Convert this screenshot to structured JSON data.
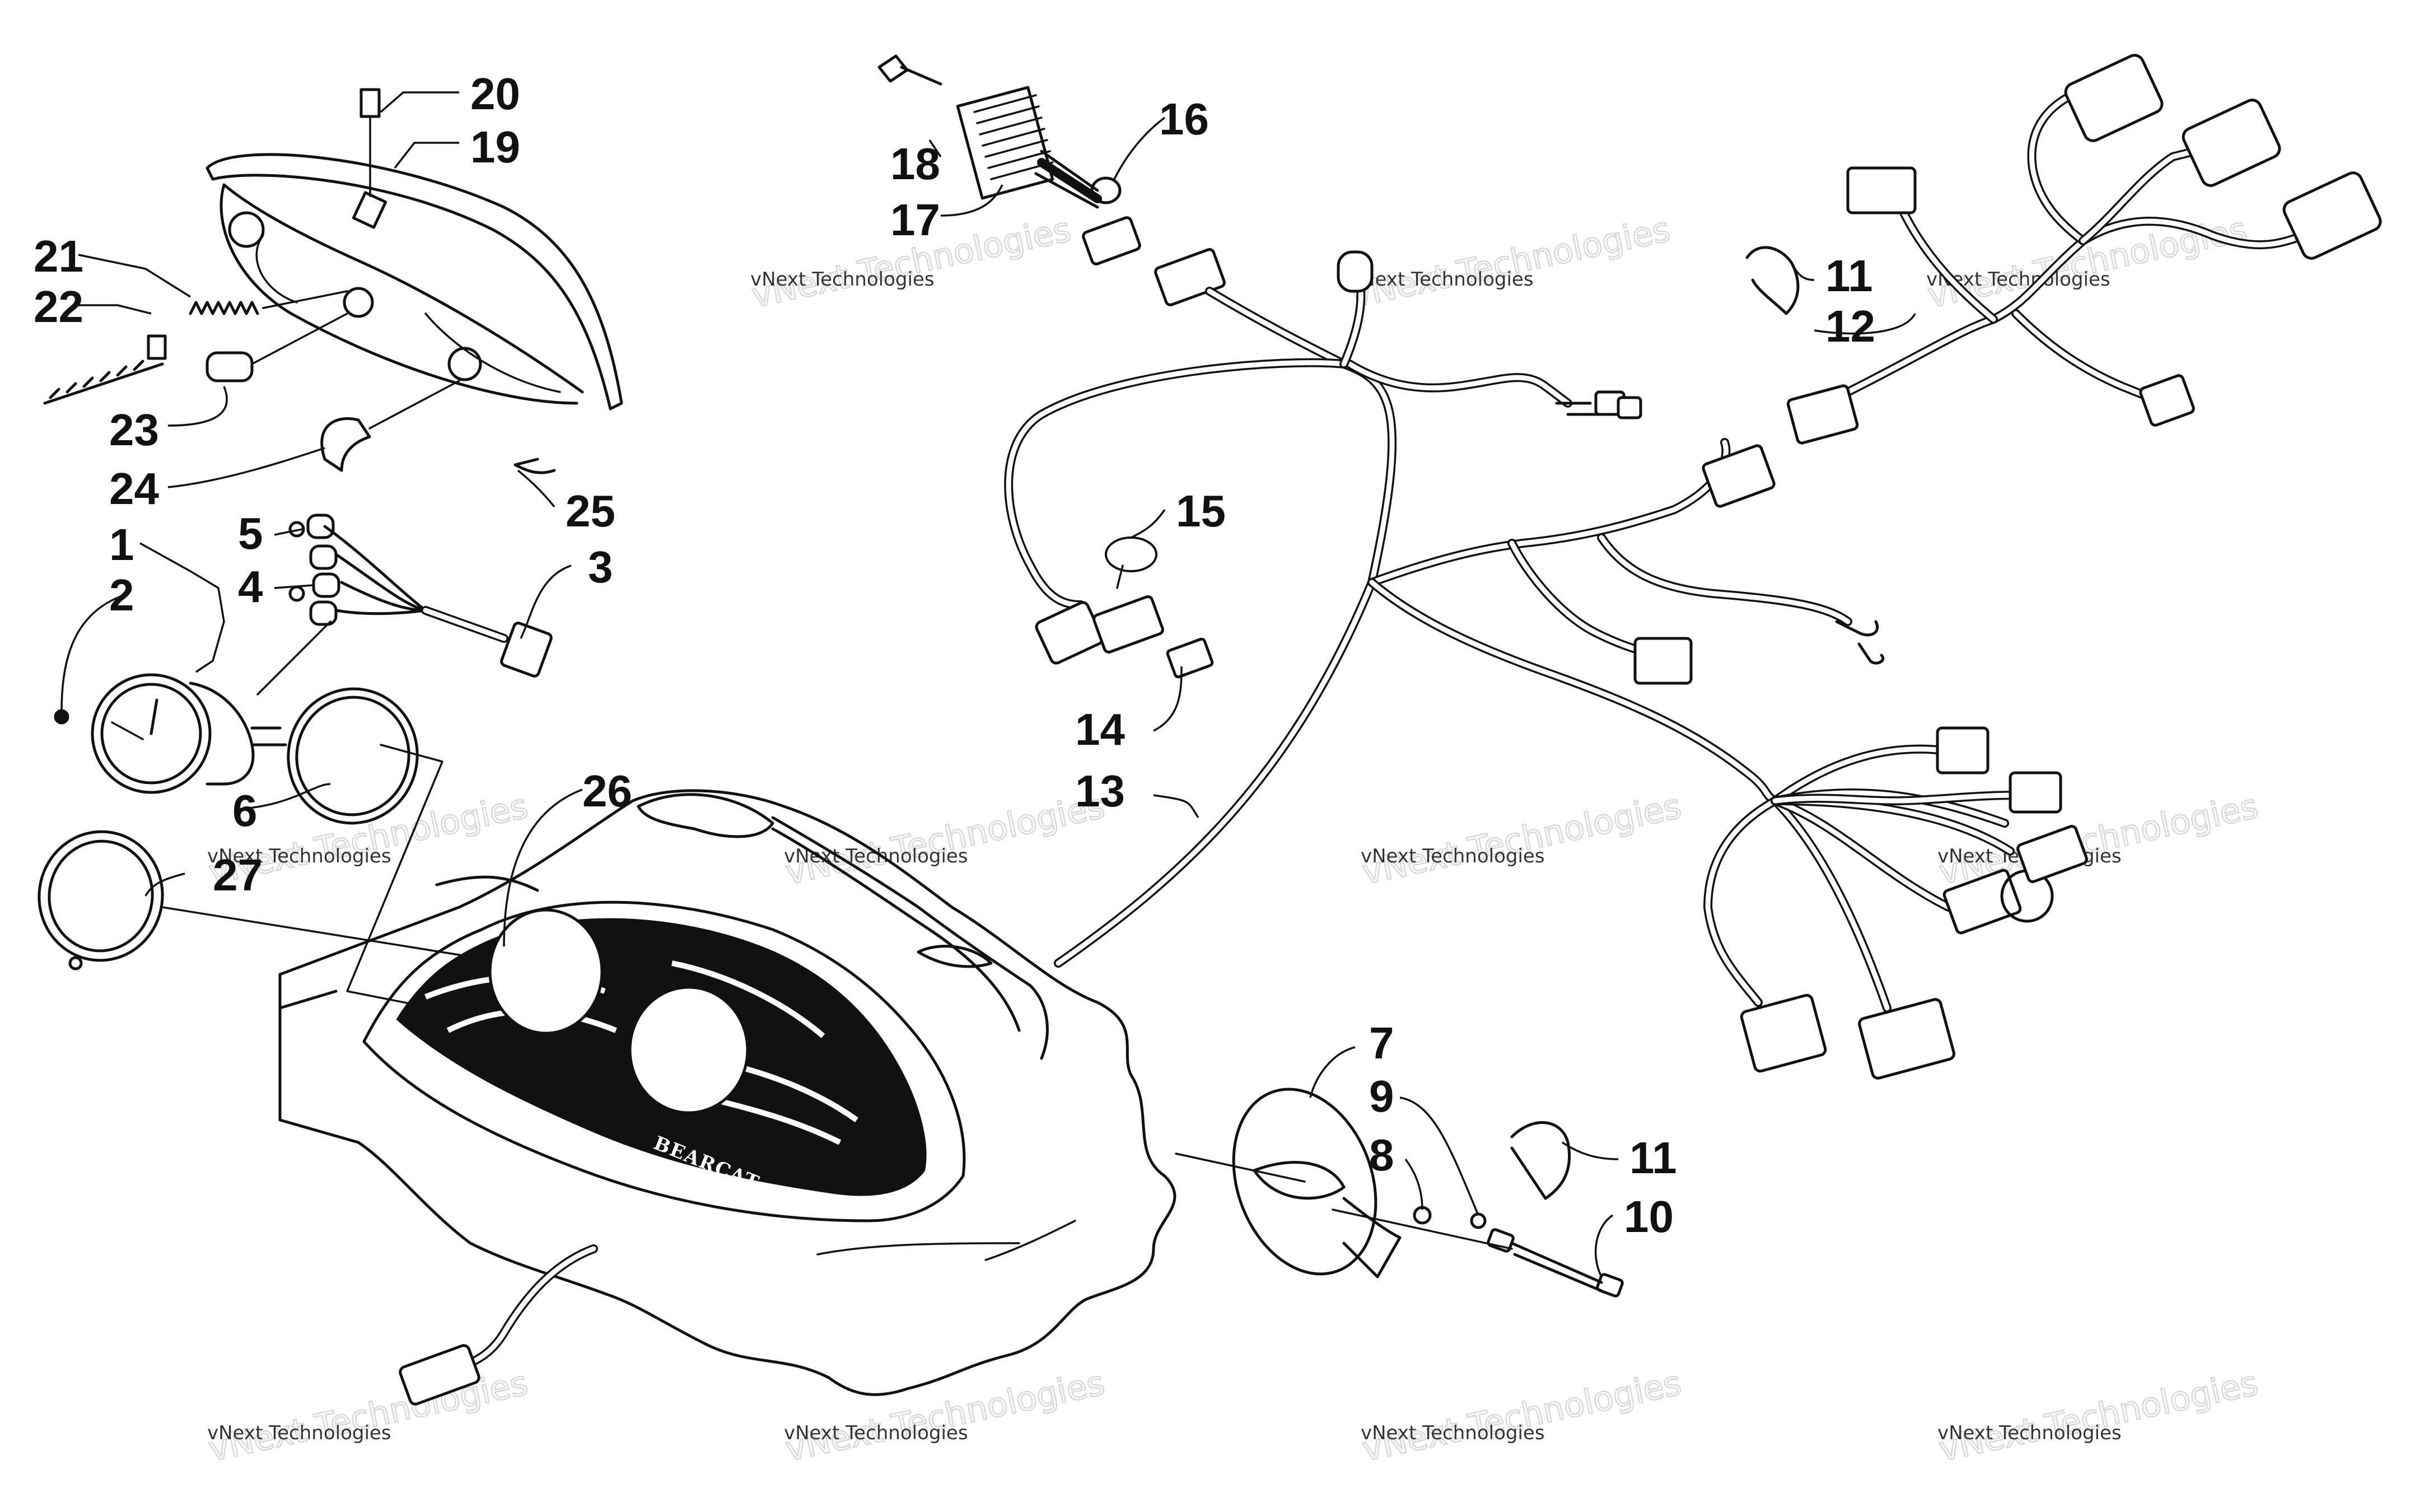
{
  "diagram": {
    "callouts": [
      {
        "id": "c1",
        "text": "1"
      },
      {
        "id": "c2",
        "text": "2"
      },
      {
        "id": "c3",
        "text": "3"
      },
      {
        "id": "c4",
        "text": "4"
      },
      {
        "id": "c5",
        "text": "5"
      },
      {
        "id": "c6",
        "text": "6"
      },
      {
        "id": "c7",
        "text": "7"
      },
      {
        "id": "c8",
        "text": "8"
      },
      {
        "id": "c9",
        "text": "9"
      },
      {
        "id": "c10",
        "text": "10"
      },
      {
        "id": "c11a",
        "text": "11"
      },
      {
        "id": "c11b",
        "text": "11"
      },
      {
        "id": "c12",
        "text": "12"
      },
      {
        "id": "c13",
        "text": "13"
      },
      {
        "id": "c14",
        "text": "14"
      },
      {
        "id": "c15",
        "text": "15"
      },
      {
        "id": "c16",
        "text": "16"
      },
      {
        "id": "c17",
        "text": "17"
      },
      {
        "id": "c18",
        "text": "18"
      },
      {
        "id": "c19",
        "text": "19"
      },
      {
        "id": "c20",
        "text": "20"
      },
      {
        "id": "c21",
        "text": "21"
      },
      {
        "id": "c22",
        "text": "22"
      },
      {
        "id": "c23",
        "text": "23"
      },
      {
        "id": "c24",
        "text": "24"
      },
      {
        "id": "c25",
        "text": "25"
      },
      {
        "id": "c26",
        "text": "26"
      },
      {
        "id": "c27",
        "text": "27"
      }
    ],
    "badge_text": "BEARCAT",
    "watermark": {
      "line1": "vNext Technologies",
      "line2": "vNext Technologies"
    }
  }
}
